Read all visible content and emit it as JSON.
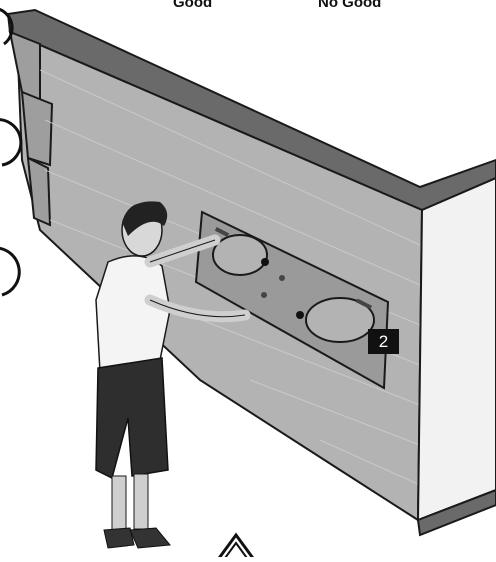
{
  "labels": {
    "good": "Good",
    "no_good": "No Good",
    "step_number": "2"
  },
  "colors": {
    "wall_face": "#b5b5b5",
    "wall_top": "#6e6e6e",
    "wall_side": "#d9d9d9",
    "outline": "#1a1a1a",
    "bracket": "#9a9a9a"
  },
  "icons": {
    "warning": "warning-triangle-icon"
  }
}
